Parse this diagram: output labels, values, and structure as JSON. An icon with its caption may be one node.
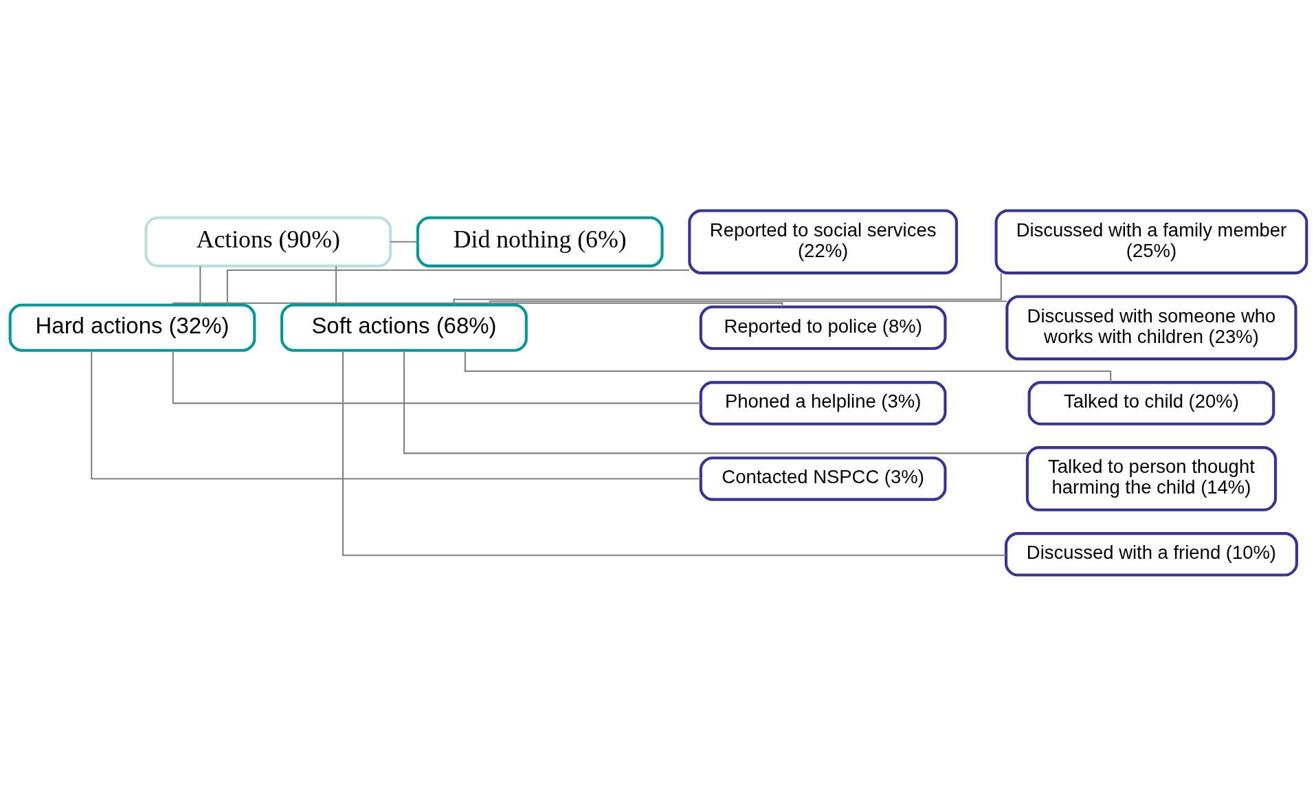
{
  "diagram": {
    "nodes": [
      {
        "text": [
          "Actions (90%)"
        ]
      },
      {
        "text": [
          "Did nothing (6%)"
        ]
      },
      {
        "text": [
          "Hard actions (32%)"
        ]
      },
      {
        "text": [
          "Soft actions (68%)"
        ]
      },
      {
        "text": [
          "Reported to social services (22%)"
        ]
      },
      {
        "text": [
          "Reported to police (8%)"
        ]
      },
      {
        "text": [
          "Phoned a helpline (3%)"
        ]
      },
      {
        "text": [
          "Contacted NSPCC (3%)"
        ]
      },
      {
        "text": [
          "Discussed with a family member (25%)"
        ]
      },
      {
        "text": [
          "Discussed with someone who works with children (23%)"
        ]
      },
      {
        "text": [
          "Talked to child (20%)"
        ]
      },
      {
        "text": [
          "Talked to person thought harming the child (14%)"
        ]
      },
      {
        "text": [
          "Discussed with a friend (10%)"
        ]
      }
    ],
    "edges": [
      {
        "from": 0,
        "to": 1,
        "arrow": "none"
      },
      {
        "from": 0,
        "to": 2,
        "arrow": "none"
      },
      {
        "from": 0,
        "to": 3,
        "arrow": "none"
      },
      {
        "from": 2,
        "to": 4,
        "arrow": "none"
      },
      {
        "from": 2,
        "to": 5,
        "arrow": "none"
      },
      {
        "from": 2,
        "to": 6,
        "arrow": "none"
      },
      {
        "from": 2,
        "to": 7,
        "arrow": "none"
      },
      {
        "from": 3,
        "to": 8,
        "arrow": "none"
      },
      {
        "from": 3,
        "to": 9,
        "arrow": "none"
      },
      {
        "from": 3,
        "to": 10,
        "arrow": "none"
      },
      {
        "from": 3,
        "to": 11,
        "arrow": "none"
      },
      {
        "from": 3,
        "to": 12,
        "arrow": "none"
      }
    ]
  }
}
